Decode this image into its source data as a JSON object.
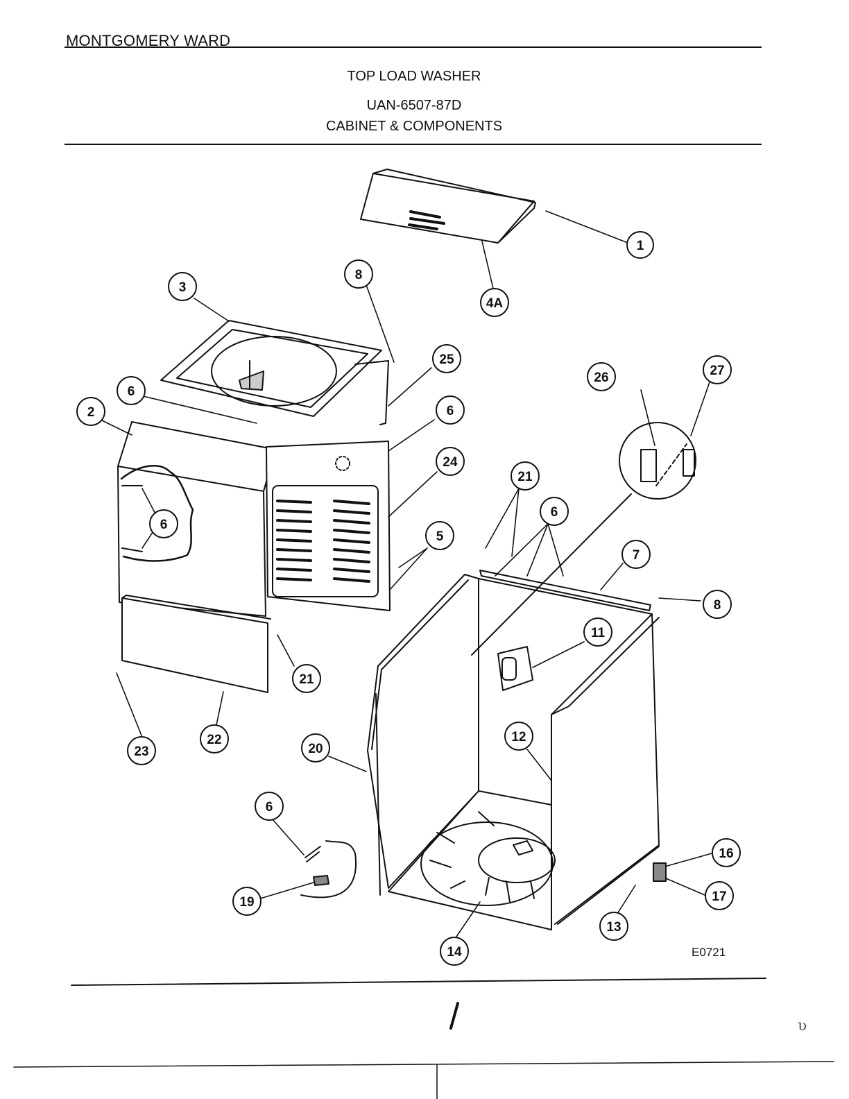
{
  "header": {
    "brand": "MONTGOMERY WARD",
    "title": "TOP LOAD WASHER",
    "model": "UAN-6507-87D",
    "section": "CABINET & COMPONENTS"
  },
  "diagram_code": "E0721",
  "margin_mark": "ʋ",
  "callouts": [
    "1",
    "4A",
    "3",
    "8",
    "25",
    "26",
    "27",
    "6",
    "2",
    "6",
    "24",
    "6",
    "21",
    "6",
    "5",
    "7",
    "8",
    "11",
    "21",
    "23",
    "22",
    "20",
    "12",
    "6",
    "19",
    "14",
    "13",
    "16",
    "17"
  ]
}
